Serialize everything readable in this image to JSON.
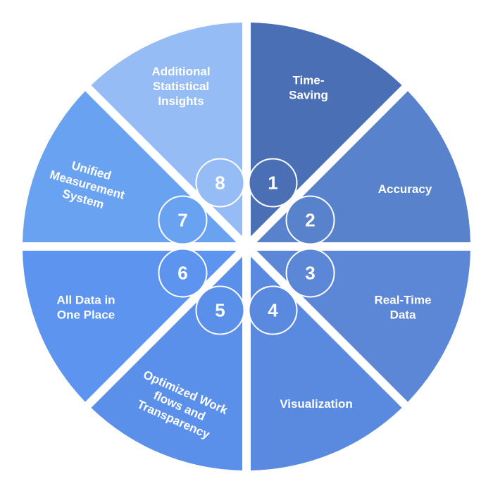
{
  "segments": [
    {
      "number": "1",
      "lines": [
        "Time-",
        "Saving"
      ],
      "color": "#4a6fb5"
    },
    {
      "number": "2",
      "lines": [
        "Accuracy"
      ],
      "color": "#5882cc"
    },
    {
      "number": "3",
      "lines": [
        "Real-Time",
        "Data"
      ],
      "color": "#5b87d6"
    },
    {
      "number": "4",
      "lines": [
        "Visualization"
      ],
      "color": "#5a8ae0"
    },
    {
      "number": "5",
      "lines": [
        "Optimized Work",
        "flows and",
        "Transparency"
      ],
      "color": "#5b90ea"
    },
    {
      "number": "6",
      "lines": [
        "All Data in",
        "One Place"
      ],
      "color": "#5c94f0"
    },
    {
      "number": "7",
      "lines": [
        "Unified",
        "Measurement",
        "System"
      ],
      "color": "#6aa2f2"
    },
    {
      "number": "8",
      "lines": [
        "Additional",
        "Statistical",
        "Insights"
      ],
      "color": "#96bcf5"
    }
  ]
}
